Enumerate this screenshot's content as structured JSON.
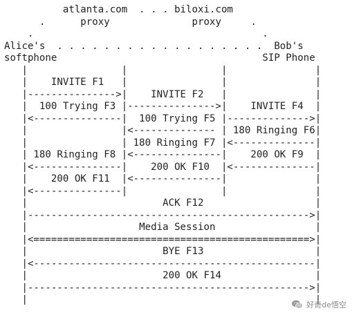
{
  "diagram": {
    "lines": [
      "          atlanta.com  . . . biloxi.com",
      "      .      proxy              proxy     .",
      "    .                                       .",
      "Alice's  . . . . . . . . . . . . . . . . . .  Bob's",
      "softphone                                   SIP Phone",
      "   |                |                |               |",
      "   |    INVITE F1   |                |               |",
      "   |--------------->|    INVITE F2   |               |",
      "   |  100 Trying F3 |--------------->|    INVITE F4  |",
      "   |<---------------|  100 Trying F5 |-------------->|",
      "   |                |<-------------- | 180 Ringing F6|",
      "   |                | 180 Ringing F7 |<--------------|",
      "   | 180 Ringing F8 |<---------------|    200 OK F9  |",
      "   |<---------------|    200 OK F10  |<--------------|",
      "   |    200 OK F11  |<---------------|               |",
      "   |<---------------|                |               |",
      "   |                       ACK F12                   |",
      "   |------------------------------------------------>|",
      "   |                   Media Session                 |",
      "   |<===============================================>|",
      "   |                       BYE F13                   |",
      "   |<------------------------------------------------|",
      "   |                       200 OK F14                |",
      "   |------------------------------------------------>|",
      "   |                                                 |"
    ]
  },
  "watermark": {
    "text": "好奇de悟空",
    "icon": "wechat-icon",
    "color": "#8a8a8a"
  }
}
